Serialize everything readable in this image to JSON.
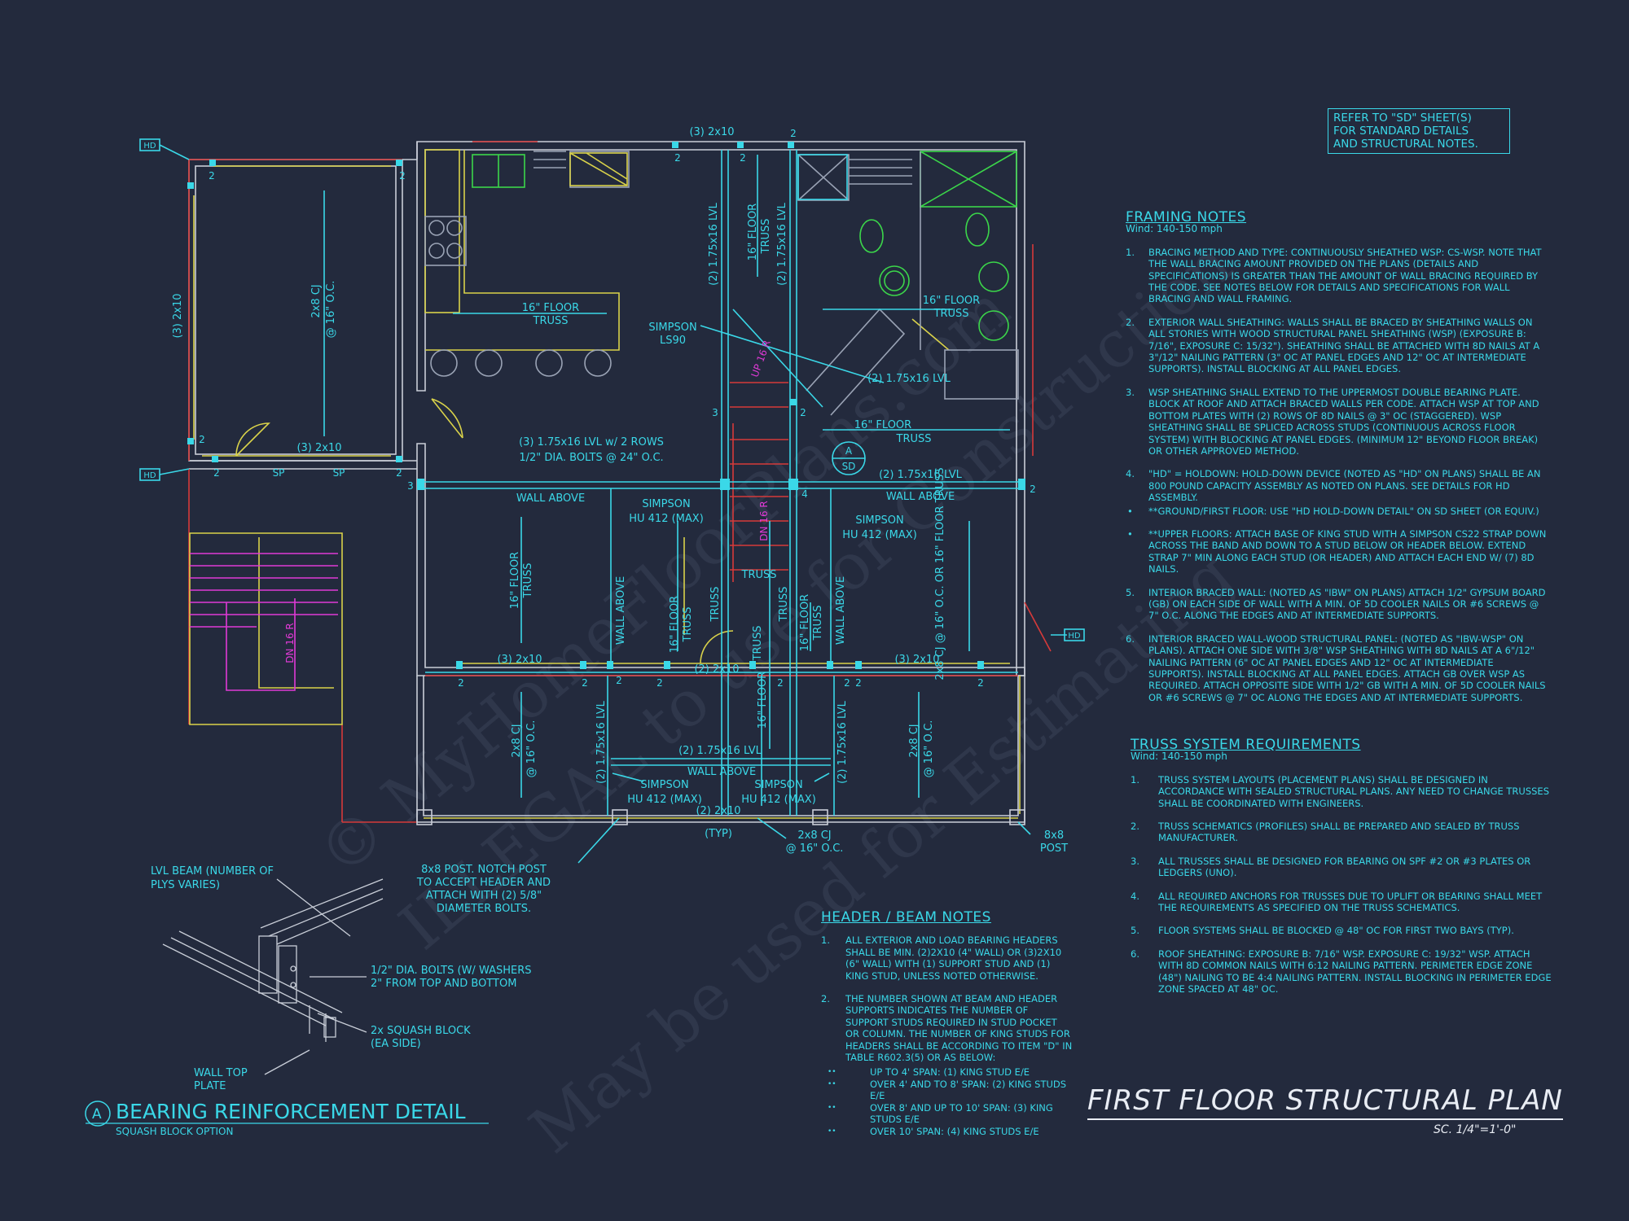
{
  "refer_box": [
    "REFER TO \"SD\" SHEET(S)",
    "FOR STANDARD DETAILS",
    "AND STRUCTURAL NOTES."
  ],
  "framing_notes": {
    "title": "FRAMING NOTES",
    "wind": "Wind: 140-150 mph",
    "items": [
      {
        "num": "1.",
        "text": "BRACING METHOD AND TYPE: CONTINUOUSLY SHEATHED WSP: CS-WSP. NOTE THAT THE WALL BRACING AMOUNT PROVIDED ON THE PLANS (DETAILS AND SPECIFICATIONS) IS GREATER THAN THE AMOUNT OF WALL BRACING REQUIRED BY THE CODE. SEE NOTES BELOW FOR DETAILS AND SPECIFICATIONS FOR WALL BRACING AND WALL FRAMING."
      },
      {
        "num": "2.",
        "text": "EXTERIOR WALL SHEATHING: WALLS SHALL BE BRACED BY SHEATHING WALLS ON ALL STORIES WITH WOOD STRUCTURAL PANEL SHEATHING (WSP) (EXPOSURE B: 7/16\", EXPOSURE C: 15/32\"). SHEATHING SHALL BE ATTACHED WITH 8d NAILS AT A 3\"/12\" NAILING PATTERN (3\" OC AT PANEL EDGES AND 12\" OC AT INTERMEDIATE SUPPORTS). INSTALL BLOCKING AT ALL PANEL EDGES."
      },
      {
        "num": "3.",
        "text": "WSP SHEATHING SHALL EXTEND TO THE UPPERMOST DOUBLE BEARING PLATE. BLOCK AT ROOF AND ATTACH BRACED WALLS PER CODE. ATTACH WSP AT TOP AND BOTTOM PLATES WITH (2) ROWS OF 8d NAILS @ 3\" OC (STAGGERED). WSP SHEATHING SHALL BE SPLICED ACROSS STUDS (CONTINUOUS ACROSS FLOOR SYSTEM) WITH BLOCKING AT PANEL EDGES. (MINIMUM 12\" BEYOND FLOOR BREAK) OR OTHER APPROVED METHOD."
      },
      {
        "num": "4.",
        "text": "\"HD\" = HOLDOWN: HOLD-DOWN DEVICE (NOTED AS \"HD\" ON PLANS) SHALL BE AN 800 POUND CAPACITY ASSEMBLY AS NOTED ON PLANS. SEE DETAILS FOR HD ASSEMBLY."
      }
    ],
    "bullets": [
      "**GROUND/FIRST FLOOR: USE \"HD HOLD-DOWN DETAIL\" ON SD SHEET (OR EQUIV.)",
      "**UPPER FLOORS: ATTACH BASE OF KING STUD WITH A SIMPSON CS22 STRAP DOWN ACROSS THE BAND AND DOWN TO A STUD BELOW OR HEADER BELOW. EXTEND STRAP 7\" MIN ALONG EACH STUD (OR HEADER) AND ATTACH EACH END W/ (7) 8d NAILS."
    ],
    "items2": [
      {
        "num": "5.",
        "text": "INTERIOR BRACED WALL: (NOTED AS \"IBW\" ON PLANS) ATTACH 1/2\" GYPSUM BOARD (GB) ON EACH SIDE OF WALL WITH A MIN. OF 5d COOLER NAILS OR #6 SCREWS @ 7\" O.C. ALONG THE EDGES AND AT INTERMEDIATE SUPPORTS."
      },
      {
        "num": "6.",
        "text": "INTERIOR BRACED WALL-WOOD STRUCTURAL PANEL: (NOTED AS \"IBW-WSP\" ON PLANS). ATTACH ONE SIDE WITH 3/8\" WSP SHEATHING WITH 8d NAILS AT A 6\"/12\" NAILING PATTERN (6\" OC AT PANEL EDGES AND 12\" OC AT INTERMEDIATE SUPPORTS). INSTALL BLOCKING AT ALL PANEL EDGES. ATTACH GB OVER WSP AS REQUIRED. ATTACH OPPOSITE SIDE WITH 1/2\" GB WITH A MIN. OF 5d COOLER NAILS OR #6 SCREWS @ 7\" OC ALONG THE EDGES AND AT INTERMEDIATE SUPPORTS."
      }
    ]
  },
  "truss_notes": {
    "title": "TRUSS SYSTEM REQUIREMENTS",
    "wind": "Wind: 140-150 mph",
    "items": [
      {
        "num": "1.",
        "text": "TRUSS SYSTEM LAYOUTS (PLACEMENT PLANS) SHALL BE DESIGNED IN ACCORDANCE WITH SEALED STRUCTURAL PLANS. ANY NEED TO CHANGE TRUSSES SHALL BE COORDINATED WITH ENGINEERS."
      },
      {
        "num": "2.",
        "text": "TRUSS SCHEMATICS (PROFILES) SHALL BE PREPARED AND SEALED BY TRUSS MANUFACTURER."
      },
      {
        "num": "3.",
        "text": "ALL TRUSSES SHALL BE DESIGNED FOR BEARING ON SPF #2 OR #3 PLATES OR LEDGERS (UNO)."
      },
      {
        "num": "4.",
        "text": "ALL REQUIRED ANCHORS FOR TRUSSES DUE TO UPLIFT OR BEARING SHALL MEET THE REQUIREMENTS AS SPECIFIED ON THE TRUSS SCHEMATICS."
      },
      {
        "num": "5.",
        "text": "FLOOR SYSTEMS SHALL BE BLOCKED @ 48\" OC FOR FIRST TWO BAYS (TYP)."
      },
      {
        "num": "6.",
        "text": "ROOF SHEATHING: EXPOSURE B: 7/16\" WSP. EXPOSURE C: 19/32\" WSP. ATTACH WITH 8d COMMON NAILS WITH 6:12 NAILING PATTERN. PERIMETER EDGE ZONE (48\") NAILING TO BE 4:4 NAILING PATTERN. INSTALL BLOCKING IN PERIMETER EDGE ZONE SPACED AT 48\" OC."
      }
    ]
  },
  "header_notes": {
    "title": "HEADER / BEAM NOTES",
    "items": [
      {
        "num": "1.",
        "text": "ALL EXTERIOR AND LOAD BEARING HEADERS SHALL BE MIN. (2)2x10 (4\" WALL) OR (3)2x10 (6\" WALL) WITH (1) SUPPORT STUD AND (1) KING STUD, UNLESS NOTED OTHERWISE."
      },
      {
        "num": "2.",
        "text": "THE NUMBER SHOWN AT BEAM AND HEADER SUPPORTS INDICATES THE NUMBER OF SUPPORT STUDS REQUIRED IN STUD POCKET OR COLUMN. THE NUMBER OF KING STUDS FOR HEADERS SHALL BE ACCORDING TO ITEM \"d\" IN TABLE R602.3(5) OR AS BELOW:"
      }
    ],
    "subs": [
      "UP TO 4' SPAN: (1) KING STUD E/E",
      "OVER 4' AND TO 8' SPAN: (2) KING STUDS E/E",
      "OVER 8' AND UP TO 10' SPAN: (3) KING STUDS E/E",
      "OVER 10' SPAN: (4) KING STUDS E/E"
    ]
  },
  "title": {
    "main": "FIRST FLOOR STRUCTURAL PLAN",
    "scale": "SC. 1/4\"=1'-0\""
  },
  "detail": {
    "marker": "A",
    "title": "BEARING REINFORCEMENT DETAIL",
    "subtitle": "SQUASH BLOCK OPTION",
    "callouts": {
      "lvl1": "LVL BEAM (NUMBER OF",
      "lvl2": "PLYS VARIES)",
      "bolt1": "1/2\" DIA. BOLTS (W/ WASHERS",
      "bolt2": "2\" FROM TOP AND BOTTOM",
      "sq1": "2x SQUASH BLOCK",
      "sq2": "(EA SIDE)",
      "wt1": "WALL TOP",
      "wt2": "PLATE"
    }
  },
  "plan": {
    "hd": "HD",
    "sp": "SP",
    "two": "2",
    "three": "3",
    "four": "4",
    "h3_2x10": "(3) 2x10",
    "h2_2x10": "(2) 2x10",
    "cj": "2x8 CJ",
    "oc": "@ 16\" O.C.",
    "cj_oc": "2x8 CJ @ 16\" O.C.",
    "floor_truss": "16\" FLOOR",
    "truss": "TRUSS",
    "floor_truss_one": "16\" FLOOR TRUSS",
    "lvl2": "(2) 1.75x16 LVL",
    "lvl3_rows": "(3) 1.75x16 LVL w/ 2 ROWS",
    "bolts": "1/2\" DIA. BOLTS @ 24\" O.C.",
    "wall_above": "WALL ABOVE",
    "simpson": "SIMPSON",
    "hu412": "HU 412 (MAX)",
    "ls90": "LS90",
    "up": "UP 16 R",
    "dn": "DN 16 R",
    "typ": "(TYP)",
    "post1": "8x8",
    "post2": "POST",
    "notch1": "8x8 POST. NOTCH POST",
    "notch2": "TO ACCEPT HEADER AND",
    "notch3": "ATTACH WITH (2) 5/8\"",
    "notch4": "DIAMETER BOLTS.",
    "sect_top": "A",
    "sect_bot": "SD",
    "cj_oc_combo": "2x8 CJ @ 16\" O.C. OR 16\" FLOOR TRUSS"
  },
  "watermark": [
    "© MyHomeFloorPlans.com",
    "ILLEGAL to use for Construction",
    "May be used for Estimating"
  ],
  "colors": {
    "background": "#232a3d",
    "cyan": "#3ad8e8",
    "yellow": "#d9d24a",
    "magenta": "#e03ad6",
    "red": "#d63a3a",
    "green": "#3bd64a",
    "white": "#e9edf4"
  }
}
